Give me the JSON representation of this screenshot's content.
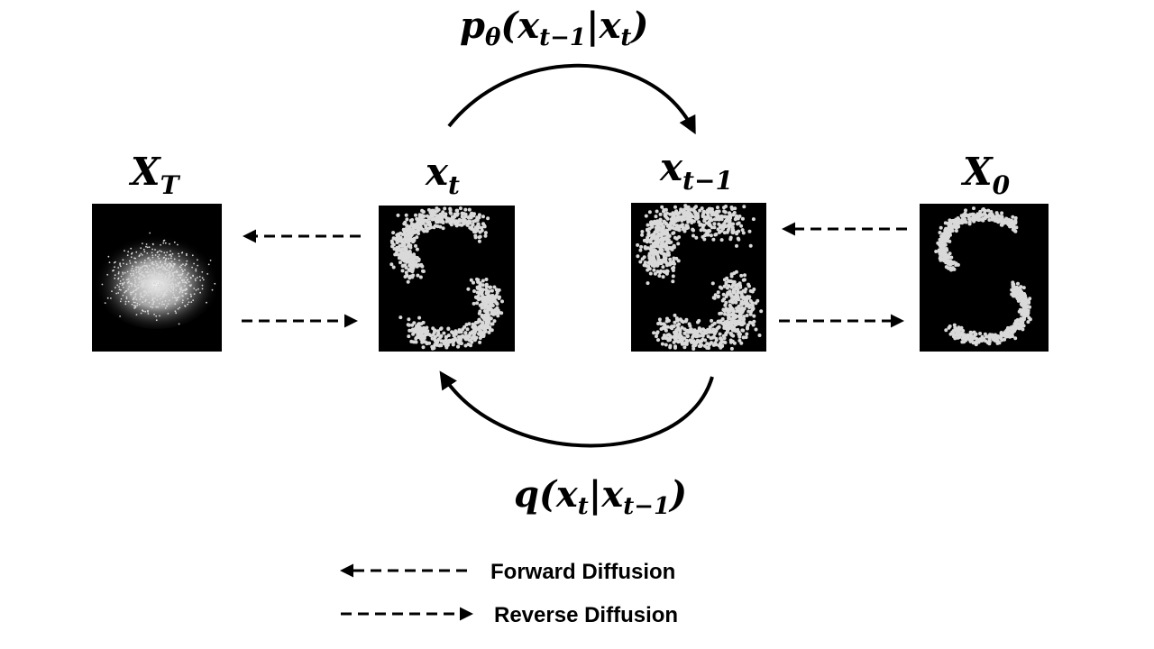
{
  "states": [
    {
      "id": "xT",
      "base": "X",
      "sub": "T"
    },
    {
      "id": "xt",
      "base": "x",
      "sub": "t"
    },
    {
      "id": "xt1",
      "base": "x",
      "sub": "t−1"
    },
    {
      "id": "x0",
      "base": "X",
      "sub": "0"
    }
  ],
  "reverse_transition": {
    "fn": "p",
    "fn_sub": "θ",
    "arg1": "x",
    "arg1_sub": "t−1",
    "arg2": "x",
    "arg2_sub": "t"
  },
  "forward_transition": {
    "fn": "q",
    "arg1": "x",
    "arg1_sub": "t",
    "arg2": "x",
    "arg2_sub": "t−1"
  },
  "legend": {
    "forward_label": "Forward Diffusion",
    "reverse_label": "Reverse Diffusion"
  },
  "colors": {
    "ink": "#000000",
    "panel": "#000000",
    "particles": "#d9d9d9"
  }
}
